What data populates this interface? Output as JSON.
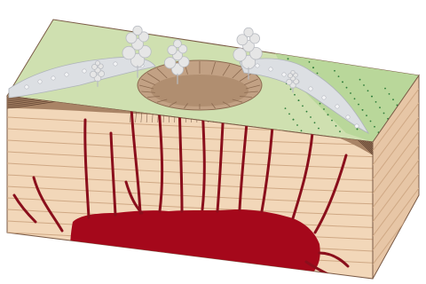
{
  "diagram": {
    "colors": {
      "background": "#ffffff",
      "surface_top": "#cfe0b0",
      "surface_grass": "#b9d79a",
      "grass_dots": "#2f7d3a",
      "front_face": "#f2d7b9",
      "right_face": "#e7c6a6",
      "strata_line": "#cfa884",
      "edge_line": "#7a5a45",
      "volcanic_layers": "#a98466",
      "volcanic_layer_lines": "#5b3d2c",
      "crater_inner": "#c2a184",
      "ash_cloud": "#e6e6e6",
      "ash_shadow": "#b9bcc2",
      "magma": "#a5081b",
      "dike": "#8a0f1c"
    },
    "features": [
      {
        "name": "block-top-surface"
      },
      {
        "name": "block-front-face"
      },
      {
        "name": "block-right-face"
      },
      {
        "name": "volcanic-cone"
      },
      {
        "name": "crater"
      },
      {
        "name": "steam-vent"
      },
      {
        "name": "ash-blanket"
      },
      {
        "name": "magma-chamber"
      },
      {
        "name": "feeder-dike"
      }
    ]
  }
}
